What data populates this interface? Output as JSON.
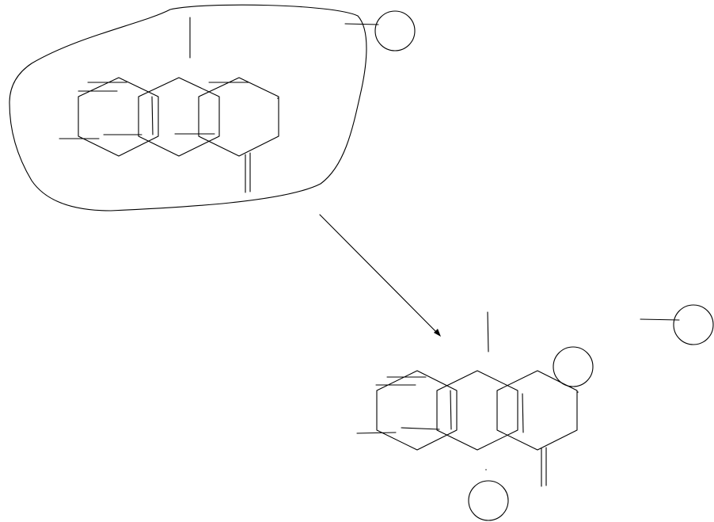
{
  "diagram": {
    "type": "hand-drawn chemical structure sketch",
    "stroke_color": "#000000",
    "background_color": "#ffffff",
    "elements": [
      "selection-lasso",
      "reactant-molecule",
      "reaction-arrow",
      "product-molecule",
      "atom-circle-markers"
    ],
    "text_labels": []
  }
}
